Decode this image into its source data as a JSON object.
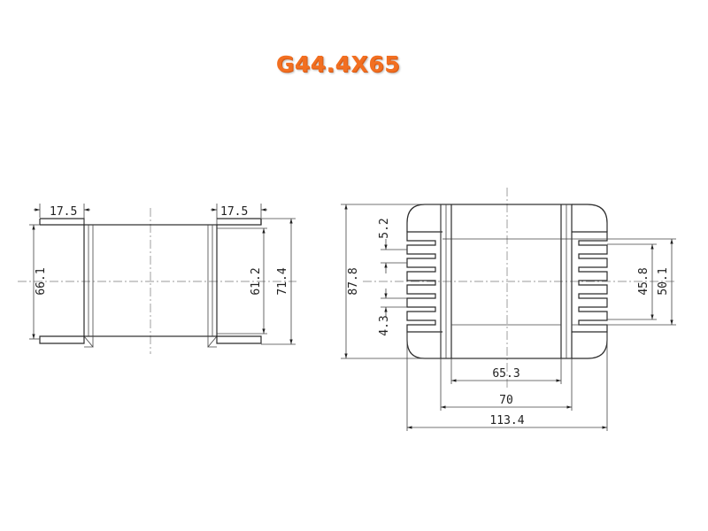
{
  "drawing": {
    "title": "G44.4X65",
    "side_view": {
      "top_left_width": "17.5",
      "top_right_width": "17.5",
      "left_height": "66.1",
      "inner_height": "61.2",
      "outer_height": "71.4"
    },
    "front_view": {
      "overall_height": "87.8",
      "fin_thickness": "5.2",
      "fin_gap": "4.3",
      "inner_height": "45.8",
      "outer_height": "50.1",
      "window_width": "65.3",
      "core_width": "70",
      "overall_width": "113.4"
    }
  }
}
